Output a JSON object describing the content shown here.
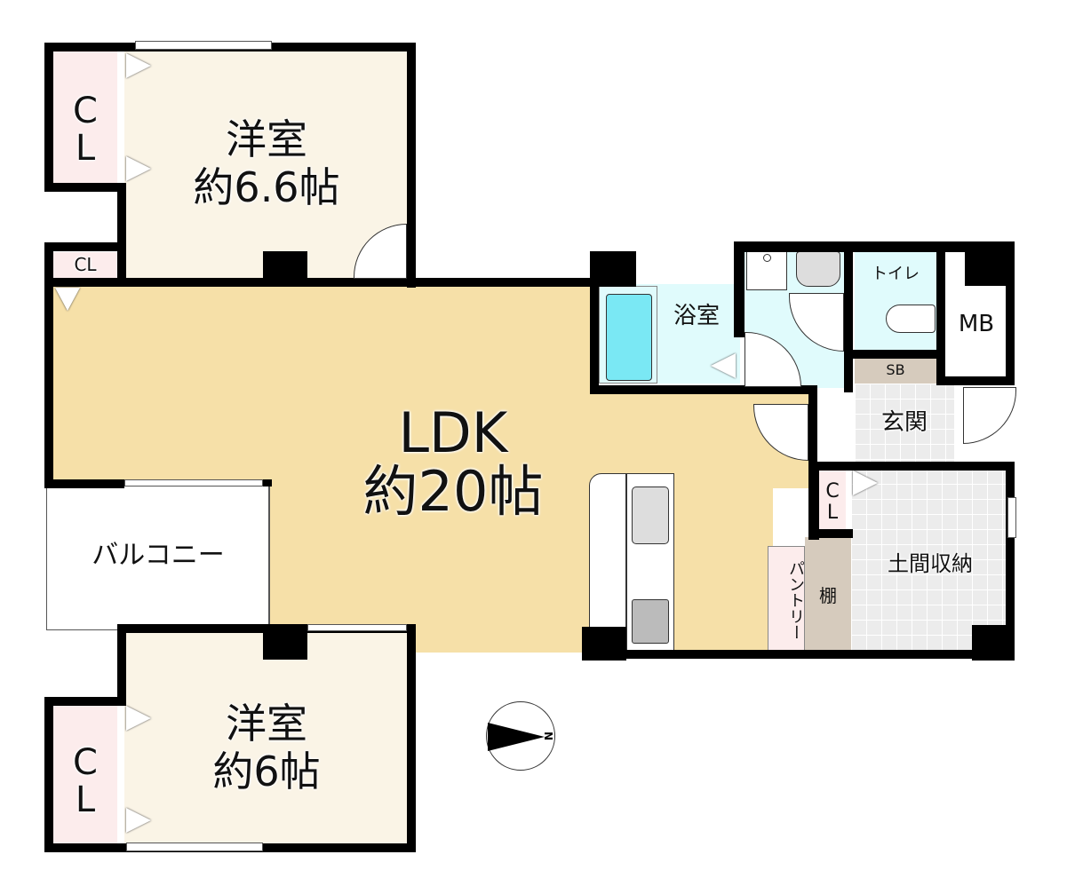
{
  "floor_plan": {
    "colors": {
      "wall": "#000000",
      "ldk_floor": "#f6e0a8",
      "western_room_floor": "#faf4e6",
      "closet": "#fcecec",
      "wet_area": "#e0fbfc",
      "bathtub": "#7ae8f4",
      "tile_floor": "#ececec",
      "shelf": "#d6cbbd",
      "balcony": "#ffffff"
    },
    "rooms": {
      "bedroom_top": {
        "name": "洋室",
        "size": "約6.6帖"
      },
      "bedroom_bottom": {
        "name": "洋室",
        "size": "約6帖"
      },
      "ldk": {
        "name": "LDK",
        "size": "約20帖"
      },
      "bathroom": {
        "name": "浴室"
      },
      "toilet": {
        "name": "トイレ"
      },
      "meter_box": {
        "name": "MB"
      },
      "shoe_box": {
        "name": "SB"
      },
      "entrance": {
        "name": "玄関"
      },
      "earth_floor_storage": {
        "name": "土間収納"
      },
      "shelf": {
        "name": "棚"
      },
      "pantry": {
        "name": "パントリー"
      },
      "balcony": {
        "name": "バルコニー"
      },
      "closet_top": {
        "c": "C",
        "l": "L"
      },
      "closet_small": {
        "name": "CL"
      },
      "closet_bottom": {
        "c": "C",
        "l": "L"
      },
      "closet_entrance": {
        "c": "C",
        "l": "L"
      }
    },
    "compass": {
      "label": "N"
    }
  }
}
